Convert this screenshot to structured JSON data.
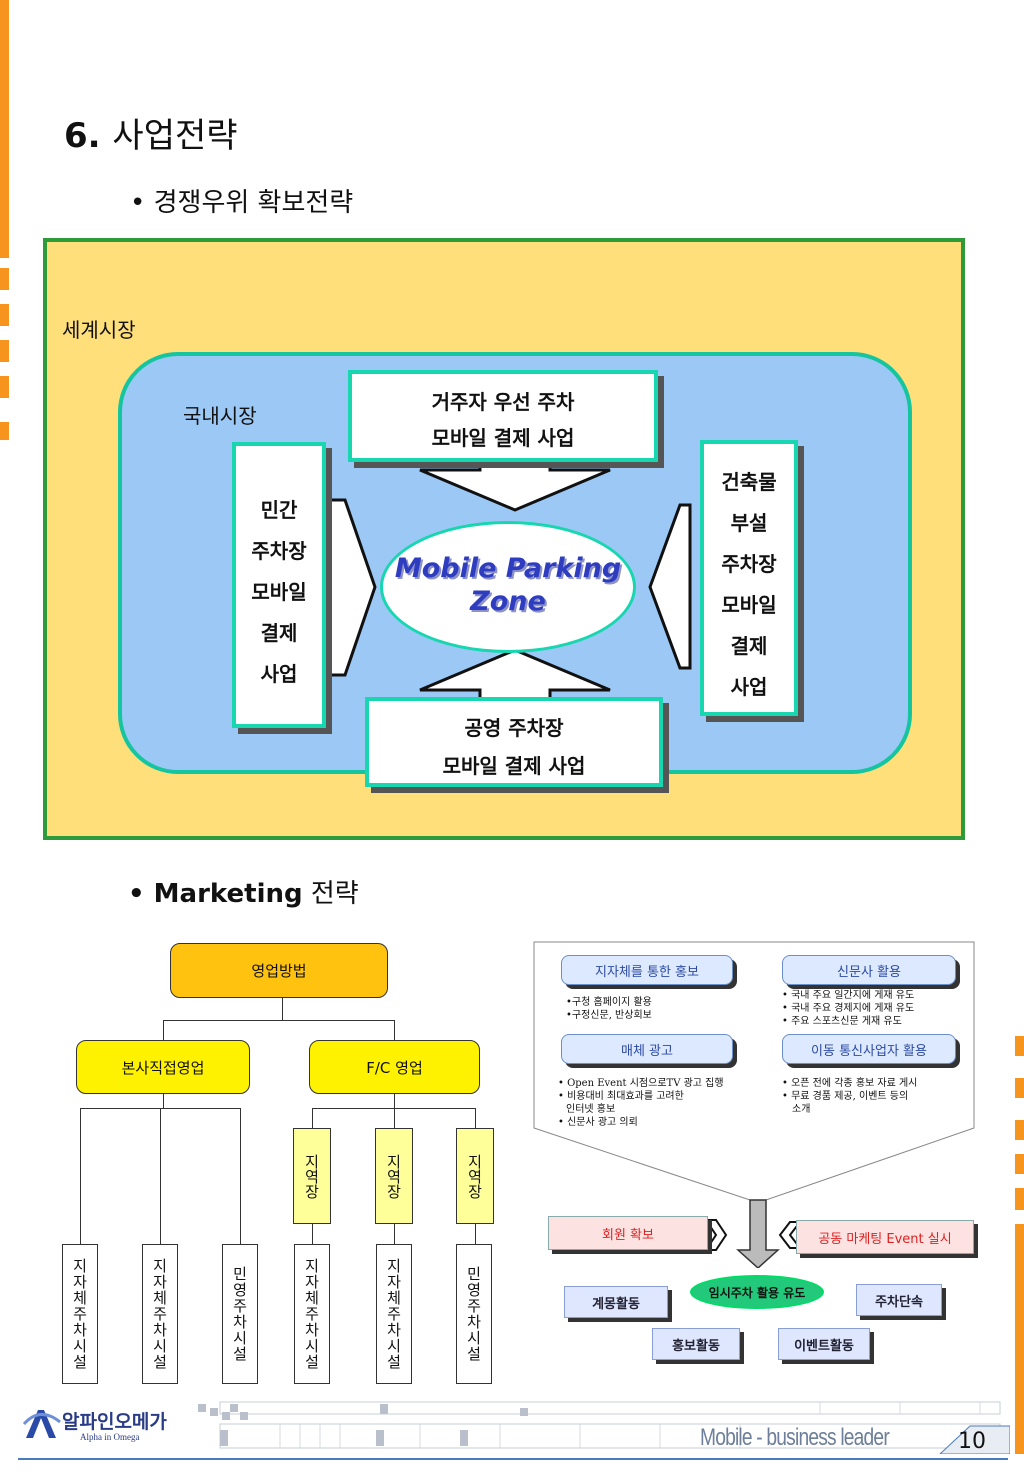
{
  "title": {
    "number": "6.",
    "text": "사업전략"
  },
  "bullets": {
    "competitive": "• 경쟁우위 확보전략",
    "marketing_bold": "• Marketing",
    "marketing_rest": " 전략"
  },
  "diagram": {
    "world_label": "세계시장",
    "domestic_label": "국내시장",
    "center": [
      "Mobile Parking",
      "Zone"
    ],
    "top_box": [
      "거주자  우선 주차",
      "모바일 결제 사업"
    ],
    "left_box": [
      "민간",
      "주차장",
      "모바일",
      "결제",
      "사업"
    ],
    "right_box": [
      "건축물",
      "부설",
      "주차장",
      "모바일",
      "결제",
      "사업"
    ],
    "bottom_box": [
      "공영 주차장",
      "모바일 결제 사업"
    ]
  },
  "org_chart": {
    "root": "영업방법",
    "branch_left": "본사직접영업",
    "branch_right": "F/C 영업",
    "region": [
      "지역장",
      "지역장",
      "지역장"
    ],
    "leaves": [
      "지자체주차시설",
      "지자체주차시설",
      "민영주차시설",
      "지자체주차시설",
      "지자체주차시설",
      "민영주차시설"
    ]
  },
  "promo": {
    "b1": "지자체를 통한 홍보",
    "b1_items": [
      "•구청 홈페이지 활용",
      "•구정신문, 반상회보"
    ],
    "b2": "신문사 활용",
    "b2_items": [
      "• 국내 주요 일간지에 게재 유도",
      "• 국내 주요 경제지에 게재 유도",
      "• 주요 스포츠신문 게재 유도"
    ],
    "b3": "매체 광고",
    "b3_items": [
      "• Open Event 시점으로TV 광고 집행",
      "• 비용대비 최대효과를 고려한",
      "  인터넷 홍보",
      "• 신문사 광고 의뢰"
    ],
    "b4": "이동 통신사업자 활용",
    "b4_items": [
      "• 오픈 전에 각종  홍보 자료 게시",
      "• 무료 경품 제공, 이벤트 등의",
      "  소개"
    ],
    "member": "회원 확보",
    "joint": "공동 마케팅 Event 실시",
    "center": "임시주차 활용 유도",
    "enlight": "계몽활동",
    "crackdown": "주차단속",
    "pr": "홍보활동",
    "event": "이벤트활동"
  },
  "footer": {
    "company_kr": "알파인오메가",
    "company_en": "Alpha in Omega",
    "tagline": "Mobile - business leader",
    "page": "10"
  },
  "colors": {
    "accent": "#f7941d",
    "teal": "#17d6b0",
    "green": "#2f9a3a",
    "blue": "#2e3cc0"
  }
}
